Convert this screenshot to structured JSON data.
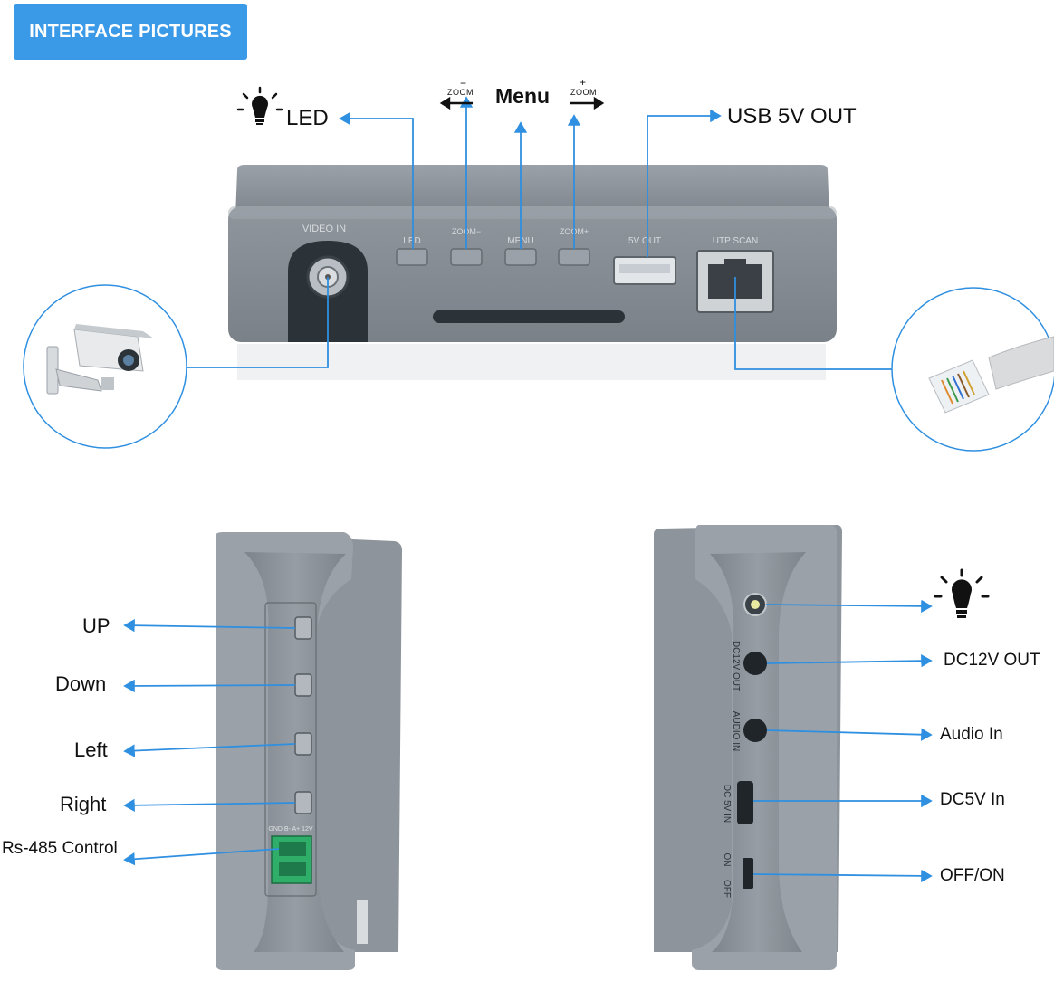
{
  "header": {
    "badge_label": "INTERFACE PICTURES"
  },
  "top_labels": {
    "led": "LED",
    "zoom_minus_text": "ZOOM",
    "zoom_minus_sign": "−",
    "menu": "Menu",
    "zoom_plus_text": "ZOOM",
    "zoom_plus_sign": "+",
    "usb": "USB 5V OUT"
  },
  "device_top": {
    "video_in": "VIDEO IN",
    "led": "LED",
    "zoom_minus": "ZOOM−",
    "menu": "MENU",
    "zoom_plus": "ZOOM+",
    "five_v_out": "5V OUT",
    "utp_scan": "UTP SCAN"
  },
  "left_side_labels": {
    "up": "UP",
    "down": "Down",
    "left": "Left",
    "right": "Right",
    "rs485": "Rs-485 Control"
  },
  "left_side_device": {
    "terminal_text": "GND B- A+ 12V"
  },
  "right_side_labels": {
    "dc12v_out": "DC12V OUT",
    "audio_in": "Audio In",
    "dc5v_in": "DC5V In",
    "off_on": "OFF/ON"
  },
  "right_side_device": {
    "dc12v_out": "DC12V OUT",
    "audio_in": "AUDIO IN",
    "dc5v_in": "DC 5V IN",
    "on": "ON",
    "off": "OFF"
  },
  "colors": {
    "accent": "#3b9ae8",
    "device_gray": "#8a9199",
    "device_dark": "#6f767d",
    "terminal_green": "#2fae6a"
  }
}
